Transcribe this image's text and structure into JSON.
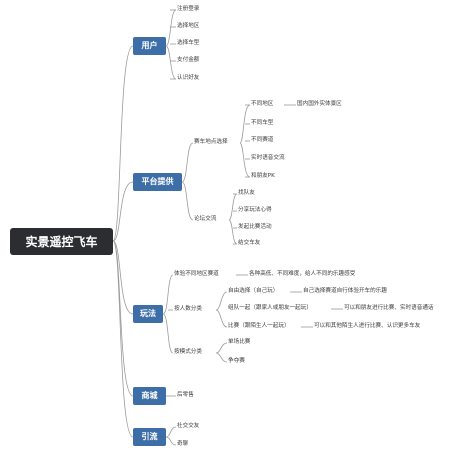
{
  "root": "实景遥控飞车",
  "branches": {
    "users": {
      "label": "用户",
      "items": [
        "注册登录",
        "选择地区",
        "选择车型",
        "支付金额",
        "认识好友"
      ]
    },
    "platform": {
      "label": "平台提供",
      "select": {
        "label": "赛车地点选择",
        "items": [
          "不同地区",
          "不同车型",
          "不同赛道",
          "实时语音交流",
          "和朋友PK"
        ],
        "region_detail": "国内国外实体景区"
      },
      "forum": {
        "label": "论坛交流",
        "items": [
          "找队友",
          "分享玩法心得",
          "发起比赛活动",
          "结交车友"
        ]
      }
    },
    "play": {
      "label": "玩法",
      "experience": {
        "label": "体验不同地区赛道",
        "detail": "各种高低、不同难度，给人不同的乐趣感受"
      },
      "by_people": {
        "label": "按人数分类",
        "items": [
          {
            "label": "自由选择（自己玩）",
            "detail": "自己选择赛道自行体验开车的乐趣"
          },
          {
            "label": "组队一起（跟家人或朋友一起玩）",
            "detail": "可以和朋友进行比赛、实时语音通话"
          },
          {
            "label": "比赛（跟陌生人一起玩）",
            "detail": "可以和其他陌生人进行比赛、认识更多车友"
          }
        ]
      },
      "by_mode": {
        "label": "按模式分类",
        "items": [
          "单场比赛",
          "争夺赛"
        ]
      }
    },
    "mall": {
      "label": "商城",
      "items": [
        "后零售"
      ]
    },
    "traffic": {
      "label": "引流",
      "items": [
        "社交交友",
        "奇聊"
      ]
    }
  }
}
